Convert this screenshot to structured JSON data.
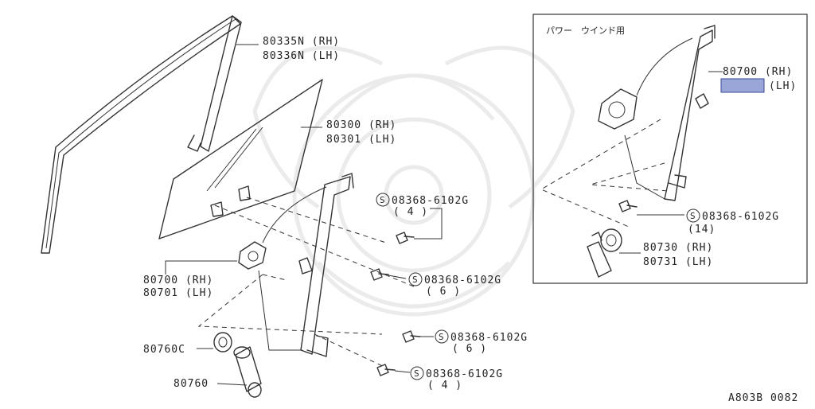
{
  "labels": {
    "l1": "80335N (RH)",
    "l2": "80336N (LH)",
    "l3": "80300 (RH)",
    "l4": "80301 (LH)",
    "l5": "08368-6102G",
    "l6": "( 4 )",
    "l7": "08368-6102G",
    "l8": "( 6 )",
    "l9": "08368-6102G",
    "l10": "( 6 )",
    "l11": "08368-6102G",
    "l12": "( 4 )",
    "l13": "80700 (RH)",
    "l14": "80701 (LH)",
    "l15": "80760C",
    "l16": "80760"
  },
  "inset": {
    "title": "パワー　ウインド用",
    "rh": "80700 (RH)",
    "lh": "(LH)",
    "bolt": "08368-6102G",
    "bolt_qty": "(14)",
    "motor_rh": "80730 (RH)",
    "motor_lh": "80731 (LH)",
    "highlight_color": "#9aa6d8"
  },
  "screw_symbol": "S",
  "diagram_code": "A803B 0082"
}
